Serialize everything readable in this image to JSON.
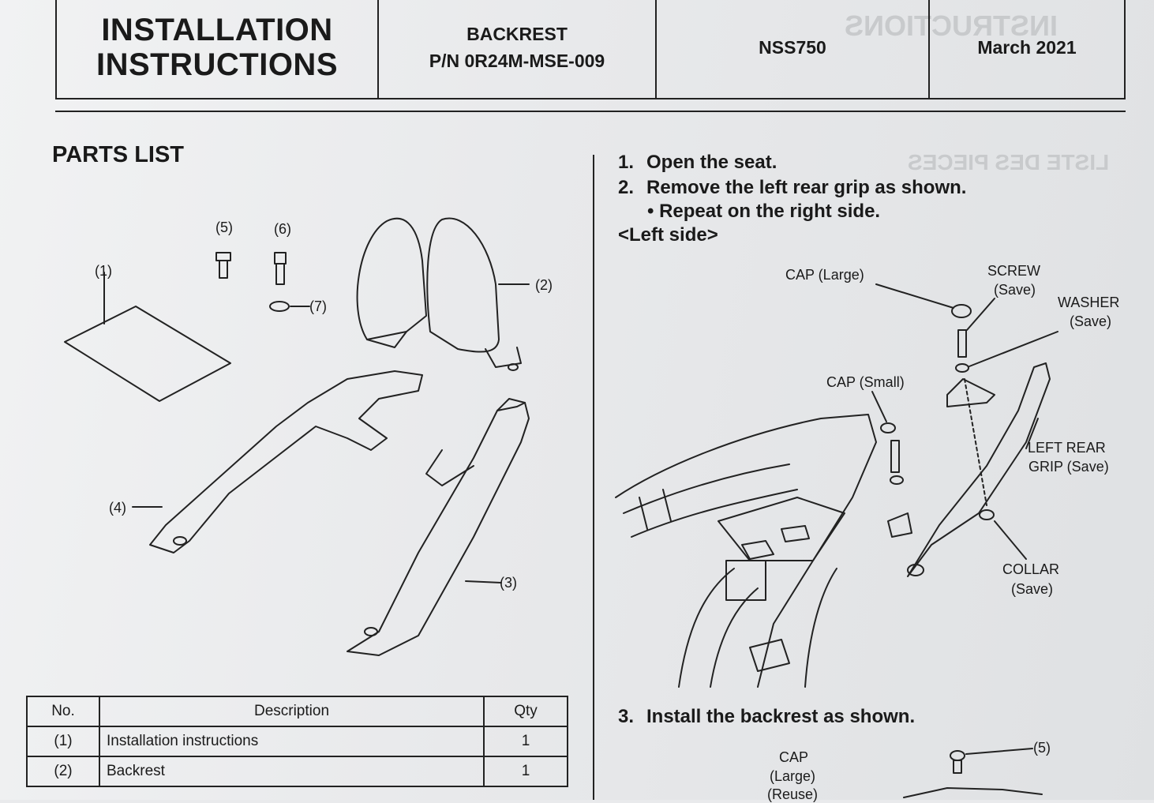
{
  "header": {
    "title_line1": "INSTALLATION",
    "title_line2": "INSTRUCTIONS",
    "part_name": "BACKREST",
    "part_number": "P/N 0R24M-MSE-009",
    "model": "NSS750",
    "date": "March 2021"
  },
  "parts_list": {
    "title": "PARTS LIST",
    "callouts": [
      "(1)",
      "(2)",
      "(3)",
      "(4)",
      "(5)",
      "(6)",
      "(7)"
    ],
    "table": {
      "headers": [
        "No.",
        "Description",
        "Qty"
      ],
      "rows": [
        {
          "no": "(1)",
          "desc": "Installation instructions",
          "qty": "1"
        },
        {
          "no": "(2)",
          "desc": "Backrest",
          "qty": "1"
        }
      ]
    }
  },
  "steps": {
    "step1": {
      "num": "1.",
      "text": "Open the seat."
    },
    "step2": {
      "num": "2.",
      "text": "Remove the left rear grip as shown."
    },
    "step2_sub": "• Repeat on the right side.",
    "left_side": "<Left side>",
    "step3": {
      "num": "3.",
      "text": "Install the backrest as shown."
    }
  },
  "diagram_labels": {
    "cap_large": "CAP (Large)",
    "screw": "SCREW",
    "screw_note": "(Save)",
    "washer": "WASHER",
    "washer_note": "(Save)",
    "cap_small": "CAP (Small)",
    "left_rear_grip": "LEFT REAR",
    "left_rear_grip_2": "GRIP (Save)",
    "collar": "COLLAR",
    "collar_note": "(Save)",
    "cap_large_reuse_1": "CAP",
    "cap_large_reuse_2": "(Large)",
    "cap_large_reuse_3": "(Reuse)",
    "callout_5": "(5)"
  }
}
